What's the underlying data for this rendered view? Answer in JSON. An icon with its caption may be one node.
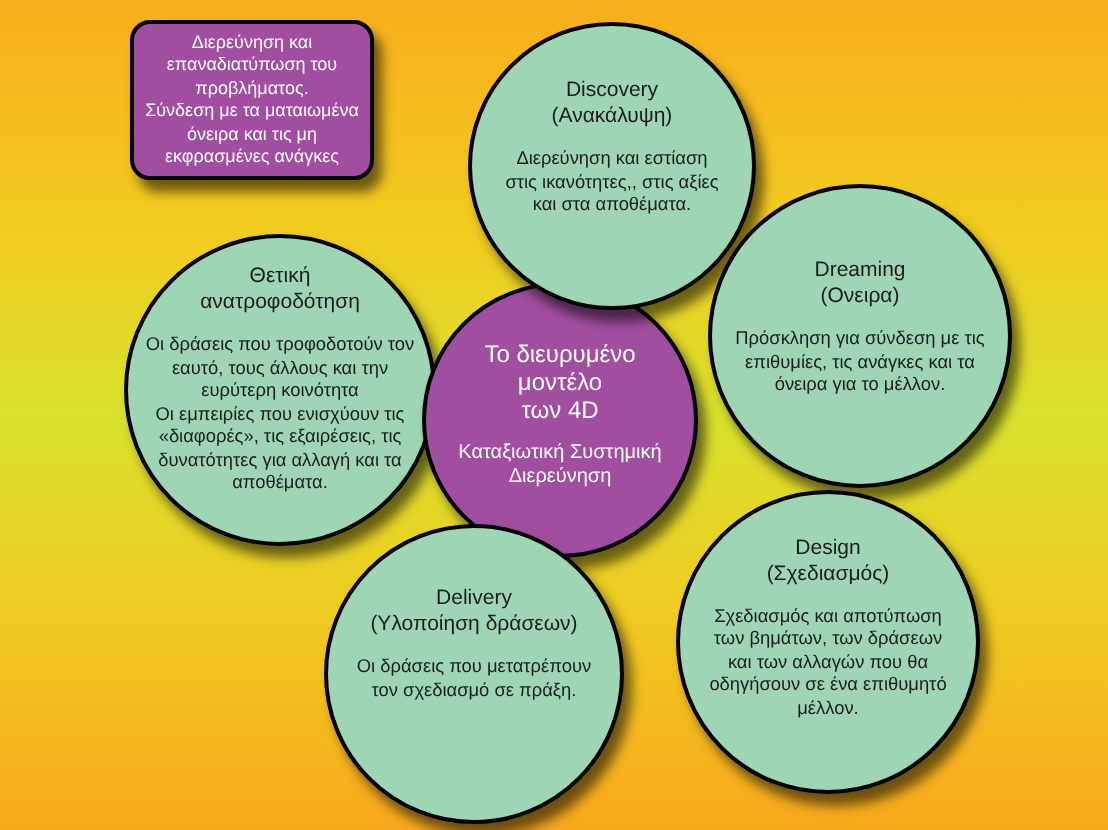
{
  "diagram": {
    "nodes": [
      {
        "text": [
          "Διερεύνηση και επαναδιατύπωση του προβλήματος.",
          "Σύνδεση με τα ματαιωμένα όνειρα και τις μη εκφρασμένες ανάγκες"
        ]
      },
      {
        "text": [
          "Discovery",
          "(Ανακάλυψη)",
          "Διερεύνηση και εστίαση στις ικανότητες,, στις αξίες και στα αποθέματα."
        ]
      },
      {
        "text": [
          "Dreaming",
          "(Ονειρα)",
          "Πρόσκληση για σύνδεση με τις επιθυμίες, τις ανάγκες και τα όνειρα για το μέλλον."
        ]
      },
      {
        "text": [
          "Θετική ανατροφοδότηση",
          "Οι δράσεις που τροφοδοτούν τον εαυτό, τους άλλους και την ευρύτερη κοινότητα",
          "Οι εμπειρίες που ενισχύουν τις «διαφορές», τις εξαιρέσεις, τις δυνατότητες για αλλαγή και τα αποθέματα."
        ]
      },
      {
        "text": [
          "Το διευρυμένο μοντέλο των 4D",
          "Καταξιωτική Συστημική Διερεύνηση"
        ]
      },
      {
        "text": [
          "Design",
          "(Σχεδιασμός)",
          "Σχεδιασμός και αποτύπωση των βημάτων, των δράσεων και των αλλαγών που θα οδηγήσουν σε ένα επιθυμητό μέλλον."
        ]
      },
      {
        "text": [
          "Delivery",
          "(Υλοποίηση δράσεων)",
          "Οι δράσεις που μετατρέπουν τον σχεδιασμό σε πράξη."
        ]
      }
    ]
  }
}
